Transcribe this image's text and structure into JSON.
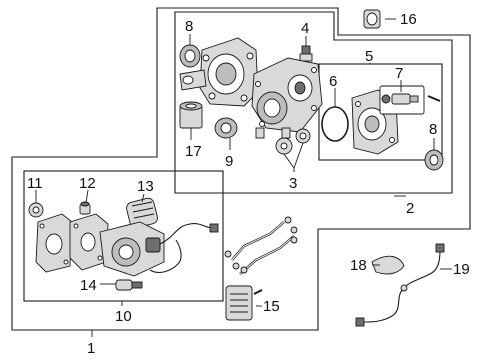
{
  "diagram": {
    "callouts": [
      {
        "id": "1",
        "text": "1"
      },
      {
        "id": "2",
        "text": "2"
      },
      {
        "id": "3",
        "text": "3"
      },
      {
        "id": "4",
        "text": "4"
      },
      {
        "id": "5",
        "text": "5"
      },
      {
        "id": "6",
        "text": "6"
      },
      {
        "id": "7",
        "text": "7"
      },
      {
        "id": "8a",
        "text": "8"
      },
      {
        "id": "8b",
        "text": "8"
      },
      {
        "id": "9",
        "text": "9"
      },
      {
        "id": "10",
        "text": "10"
      },
      {
        "id": "11",
        "text": "11"
      },
      {
        "id": "12",
        "text": "12"
      },
      {
        "id": "13",
        "text": "13"
      },
      {
        "id": "14",
        "text": "14"
      },
      {
        "id": "15",
        "text": "15"
      },
      {
        "id": "16",
        "text": "16"
      },
      {
        "id": "17",
        "text": "17"
      },
      {
        "id": "18",
        "text": "18"
      },
      {
        "id": "19",
        "text": "19"
      }
    ]
  }
}
